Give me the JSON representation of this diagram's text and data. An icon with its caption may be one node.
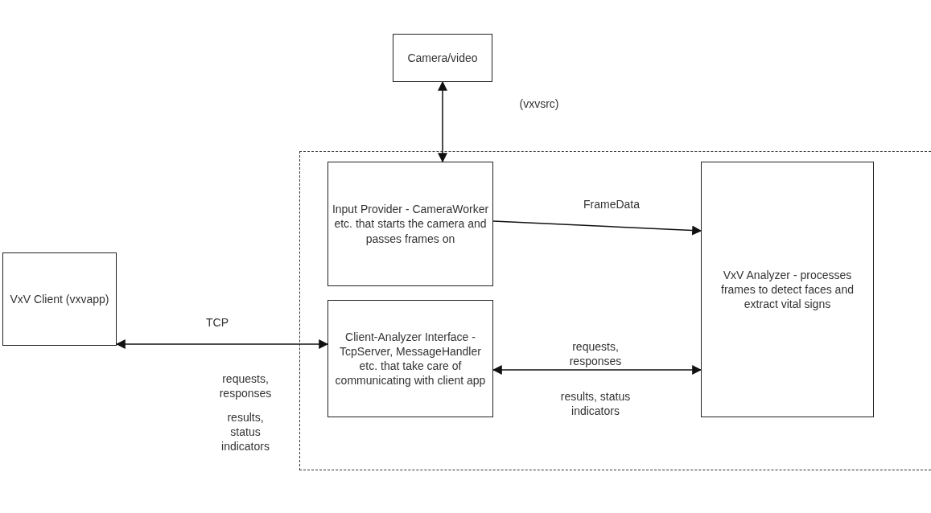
{
  "diagram": {
    "nodes": [
      {
        "text": [
          "Camera/video"
        ]
      },
      {
        "text": [],
        "shape": "box"
      },
      {
        "text": [
          "Input Provider - CameraWorker etc. that starts the camera and passes frames on"
        ],
        "in": 1
      },
      {
        "text": [
          "Client-Analyzer Interface - TcpServer, MessageHandler etc. that take care of communicating with client app"
        ],
        "in": 1
      },
      {
        "text": [
          "VxV Analyzer - processes frames to detect faces and extract vital signs"
        ],
        "in": 1
      },
      {
        "text": [
          "VxV Client (vxvapp)"
        ]
      }
    ],
    "edges": [
      {
        "from": 0,
        "to": 2,
        "arrow": "both"
      },
      {
        "from": 2,
        "to": 4,
        "arrow": "to",
        "label": "FrameData"
      },
      {
        "from": 5,
        "to": 3,
        "arrow": "both",
        "label": "TCP"
      },
      {
        "from": 3,
        "to": 4,
        "arrow": "both",
        "label": "requests, responses"
      }
    ],
    "labels": [
      "(vxvsrc)",
      "requests, responses",
      "results, status indicators",
      "results, status indicators"
    ]
  }
}
